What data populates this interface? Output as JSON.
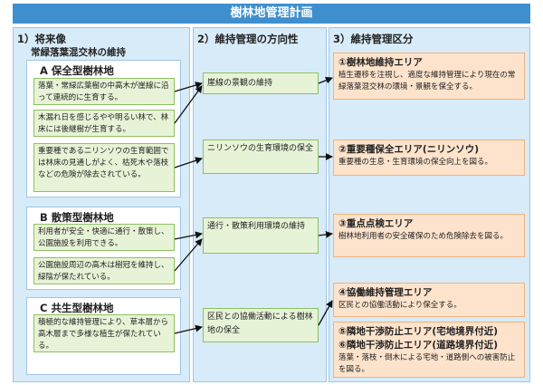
{
  "title": "樹林地管理計画",
  "col1": {
    "head": "1）将来像",
    "subhead": "常緑落葉混交林の維持",
    "panels": [
      {
        "title": "A 保全型樹林地",
        "items": [
          "落葉・常緑広葉樹の中高木が崖線に沿って連続的に生育する。",
          "木漏れ日を感じるやや明るい林で、林床には後継樹が生育する。",
          "重要種であるニリンソウの生育範囲では林床の見通しがよく、枯死木や落枝などの危険が除去されている。"
        ]
      },
      {
        "title": "B 散策型樹林地",
        "items": [
          "利用者が安全・快適に通行・散策し、公園施設を利用できる。",
          "公園施設周辺の高木は樹冠を維持し、緑陰が保たれている。"
        ]
      },
      {
        "title": "C 共生型樹林地",
        "items": [
          "積極的な維持管理により、草本層から高木層まで多様な植生が保たれている。"
        ]
      }
    ]
  },
  "col2": {
    "head": "2）維持管理の方向性",
    "items": [
      "崖線の景観の維持",
      "ニリンソウの生育環境の保全",
      "通行・散策利用環境の維持",
      "区民との協働活動による樹林地の保全"
    ]
  },
  "col3": {
    "head": "3）維持管理区分",
    "items": [
      {
        "titles": [
          "①樹林地維持エリア"
        ],
        "desc": "植生遷移を注視し、適度な維持管理により現在の常緑落葉混交林の環境・景観を保全する。"
      },
      {
        "titles": [
          "②重要種保全エリア(ニリンソウ)"
        ],
        "desc": "重要種の生息・生育環境の保全向上を図る。"
      },
      {
        "titles": [
          "③重点点検エリア"
        ],
        "desc": "樹林地利用者の安全確保のため危険除去を図る。"
      },
      {
        "titles": [
          "④協働維持管理エリア"
        ],
        "desc": "区民との協働活動により保全する。"
      },
      {
        "titles": [
          "⑤隣地干渉防止エリア(宅地境界付近)",
          "⑥隣地干渉防止エリア(道路境界付近)"
        ],
        "desc": "落葉・落枝・倒木による宅地・道路側への被害防止を図る。"
      }
    ]
  }
}
